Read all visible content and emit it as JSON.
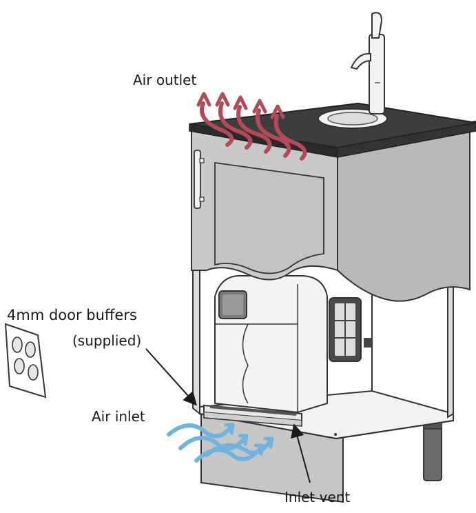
{
  "labels": {
    "air_outlet": "Air outlet",
    "door_buffers": "4mm door buffers",
    "supplied": "(supplied)",
    "air_inlet": "Air inlet",
    "inlet_vent": "Inlet vent"
  },
  "colors": {
    "outline": "#333333",
    "cabinet_fill": "#c9c9c9",
    "cabinet_shade": "#b9b9b9",
    "worktop": "#3d3d3d",
    "appliance": "#f4f4f4",
    "outlet_arrow": "#b34a55",
    "inlet_arrow": "#6fb3de"
  },
  "icons": {
    "tap": "tap-icon",
    "door_buffers": "door-buffer-pad-icon",
    "outlet_arrows": "warm-air-arrows",
    "inlet_arrows": "cool-air-arrows"
  }
}
